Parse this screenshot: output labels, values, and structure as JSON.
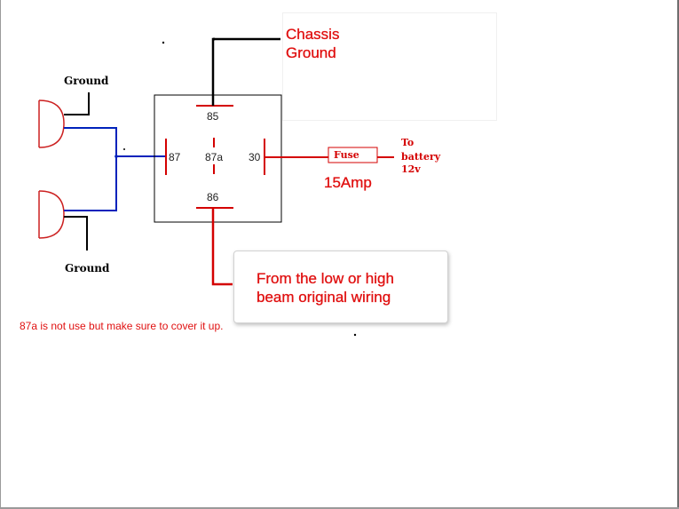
{
  "labels": {
    "ground_top": "Ground",
    "ground_bottom": "Ground",
    "chassis_line1": "Chassis",
    "chassis_line2": "Ground",
    "pin_85": "85",
    "pin_87": "87",
    "pin_87a": "87a",
    "pin_30": "30",
    "pin_86": "86",
    "fuse": "Fuse",
    "fuse_rating": "15Amp",
    "battery_line1": "To",
    "battery_line2": "battery",
    "battery_line3": "12v",
    "callout_line1": "From the low or high",
    "callout_line2": "beam original wiring",
    "note": "87a is not use but make sure to cover it up."
  },
  "colors": {
    "wire_red": "#d40000",
    "wire_blue": "#0022bb",
    "wire_black": "#000000",
    "text_red": "#e01010",
    "lamp_red": "#cc2020"
  }
}
